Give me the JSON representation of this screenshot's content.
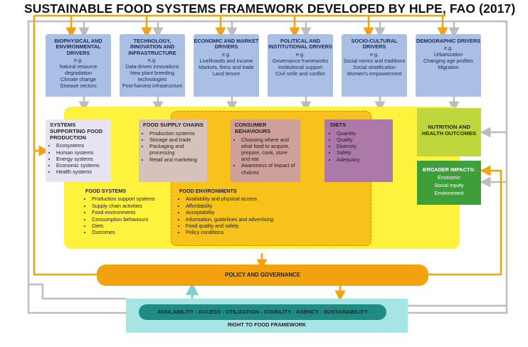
{
  "title": "SUSTAINABLE FOOD SYSTEMS FRAMEWORK DEVELOPED BY HLPE, FAO (2017)",
  "drivers": [
    {
      "heading": "BIOPHYSICAL AND ENVIRONMENTAL DRIVERS",
      "eg": "e.g.",
      "items": [
        "Natural resource degradation",
        "Climate change",
        "Disease vectors"
      ]
    },
    {
      "heading": "TECHNOLOGY, INNOVATION AND INFRASTRUCTURE",
      "eg": "e.g.",
      "items": [
        "Data-driven innovations",
        "New plant breeding technologies",
        "Post-harvest infrastructure"
      ]
    },
    {
      "heading": "ECONOMIC AND MARKET DRIVERS",
      "eg": "e.g.",
      "items": [
        "Livelihoods and income",
        "Markets, firms and trade",
        "Land tenure"
      ]
    },
    {
      "heading": "POLITICAL AND INSTITUTIONAL DRIVERS",
      "eg": "e.g.",
      "items": [
        "Governance frameworks",
        "institutional support",
        "Civil strife and conflict"
      ]
    },
    {
      "heading": "SOCIO-CULTURAL DRIVERS",
      "eg": "e.g.",
      "items": [
        "Social norms and traditions",
        "Social stratification",
        "Women's empowerment"
      ]
    },
    {
      "heading": "DEMOGRAPHIC DRIVERS",
      "eg": "e.g.",
      "items": [
        "Urbanization",
        "Changing age profiles",
        "Migration"
      ]
    }
  ],
  "systems_production": {
    "heading": "SYSTEMS SUPPORTING FOOD PRODUCTION",
    "items": [
      "Ecosystems",
      "Human systems",
      "Energy systems",
      "Economic systems",
      "Health systems"
    ]
  },
  "supply_chains": {
    "heading": "FOOD SUPPLY CHAINS",
    "items": [
      "Production systems",
      "Storage and trade",
      "Packaging and processing",
      "Retail and marketing"
    ]
  },
  "consumer": {
    "heading": "CONSUMER BEHAVIOURS",
    "items": [
      "Choosing where and what food to acquire, prepare, cook, store and eat",
      "Awareness of impact of choices"
    ]
  },
  "diets": {
    "heading": "DIETS",
    "items": [
      "Quantity",
      "Quality",
      "Diversity",
      "Safety",
      "Adequacy"
    ]
  },
  "food_systems": {
    "heading": "FOOD SYSTEMS",
    "items": [
      "Production support systems",
      "Supply chain activities",
      "Food environments",
      "Consumption behaviours",
      "Diets",
      "Outcomes"
    ]
  },
  "food_environments": {
    "heading": "FOOD ENVIRONMENTS",
    "items": [
      "Availability and physical access",
      "Affordability",
      "Acceptability",
      "Information, guidelines and advertising",
      "Food quality and safety",
      "Policy conditions"
    ]
  },
  "nutrition": "NUTRITION AND HEALTH OUTCOMES",
  "broader": {
    "heading": "BROADER IMPACTS:",
    "items": [
      "Economic",
      "Social equity",
      "Environment"
    ]
  },
  "policy": "POLICY AND GOVERNANCE",
  "rtf_bar": "AVAILABILITY - ACCESS - UTILIZATION - STABILITY - AGENCY - SUSTAINABILITY",
  "rtf_label": "RIGHT TO FOOD FRAMEWORK",
  "colors": {
    "orange": "#f2a20e",
    "grey": "#bdbdbd",
    "purple": "#a884b3",
    "teal": "#1f8c83"
  }
}
